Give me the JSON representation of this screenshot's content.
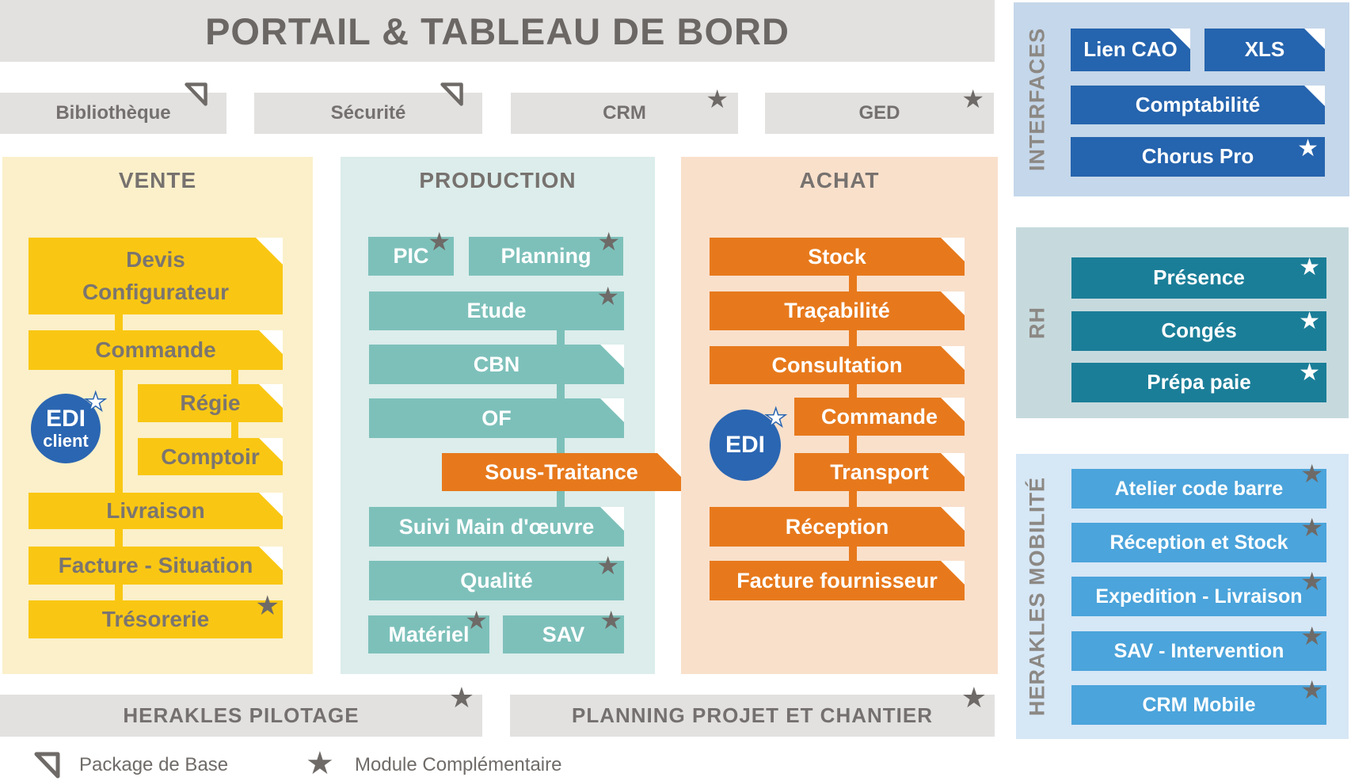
{
  "header": {
    "title": "PORTAIL & TABLEAU DE BORD"
  },
  "top_modules": [
    {
      "label": "Bibliothèque",
      "marker": "package"
    },
    {
      "label": "Sécurité",
      "marker": "package"
    },
    {
      "label": "CRM",
      "marker": "module"
    },
    {
      "label": "GED",
      "marker": "module"
    }
  ],
  "vente": {
    "title": "VENTE",
    "items": [
      {
        "label": "Devis\nConfigurateur",
        "marker": "package"
      },
      {
        "label": "Commande",
        "marker": "package"
      },
      {
        "label": "Régie",
        "marker": "package"
      },
      {
        "label": "Comptoir",
        "marker": "package"
      },
      {
        "label": "Livraison",
        "marker": "package"
      },
      {
        "label": "Facture - Situation",
        "marker": "package"
      },
      {
        "label": "Trésorerie",
        "marker": "module"
      }
    ],
    "edi": {
      "line1": "EDI",
      "line2": "client"
    }
  },
  "production": {
    "title": "PRODUCTION",
    "items": [
      {
        "label": "PIC",
        "marker": "module"
      },
      {
        "label": "Planning",
        "marker": "module"
      },
      {
        "label": "Etude",
        "marker": "module"
      },
      {
        "label": "CBN",
        "marker": "package"
      },
      {
        "label": "OF",
        "marker": "package"
      },
      {
        "label": "Sous-Traitance",
        "marker": "package"
      },
      {
        "label": "Suivi Main d'œuvre",
        "marker": "package"
      },
      {
        "label": "Qualité",
        "marker": "module"
      },
      {
        "label": "Matériel",
        "marker": "module"
      },
      {
        "label": "SAV",
        "marker": "module"
      }
    ]
  },
  "achat": {
    "title": "ACHAT",
    "items": [
      {
        "label": "Stock",
        "marker": "package"
      },
      {
        "label": "Traçabilité",
        "marker": "package"
      },
      {
        "label": "Consultation",
        "marker": "package"
      },
      {
        "label": "Commande",
        "marker": "package"
      },
      {
        "label": "Transport",
        "marker": "package"
      },
      {
        "label": "Réception",
        "marker": "package"
      },
      {
        "label": "Facture fournisseur",
        "marker": "package"
      }
    ],
    "edi": {
      "line1": "EDI"
    }
  },
  "interfaces": {
    "label": "INTERFACES",
    "items": [
      {
        "label": "Lien CAO",
        "marker": "package"
      },
      {
        "label": "XLS",
        "marker": "package"
      },
      {
        "label": "Comptabilité",
        "marker": "package"
      },
      {
        "label": "Chorus Pro",
        "marker": "module"
      }
    ]
  },
  "rh": {
    "label": "RH",
    "items": [
      {
        "label": "Présence",
        "marker": "module"
      },
      {
        "label": "Congés",
        "marker": "module"
      },
      {
        "label": "Prépa paie",
        "marker": "module"
      }
    ]
  },
  "mobilite": {
    "label": "HERAKLES MOBILITÉ",
    "items": [
      {
        "label": "Atelier code barre",
        "marker": "module"
      },
      {
        "label": "Réception et Stock",
        "marker": "module"
      },
      {
        "label": "Expedition - Livraison",
        "marker": "module"
      },
      {
        "label": "SAV - Intervention",
        "marker": "module"
      },
      {
        "label": "CRM Mobile",
        "marker": "module"
      }
    ]
  },
  "bottom": [
    {
      "label": "HERAKLES PILOTAGE",
      "marker": "module"
    },
    {
      "label": "PLANNING PROJET ET CHANTIER",
      "marker": "module"
    }
  ],
  "legend": {
    "package_label": "Package de Base",
    "module_label": "Module Complémentaire"
  },
  "colors": {
    "band_gray": "#e2e1e0",
    "gray_text": "#757070",
    "dark_gray_star": "#6e6a67",
    "yellow": "#f9c713",
    "yellow_panel": "#fbf0ca",
    "teal": "#7dc0ba",
    "teal_panel": "#dcedeb",
    "orange": "#e7791c",
    "orange_panel": "#f9e0cb",
    "interfaces_blue": "#2564ae",
    "interfaces_panel": "#c5d7ea",
    "rh_teal": "#1b7e98",
    "rh_panel": "#c6dade",
    "mobilite_blue": "#4ba4db",
    "mobilite_panel": "#d6e7f6",
    "edi_blue": "#2b66b2"
  }
}
